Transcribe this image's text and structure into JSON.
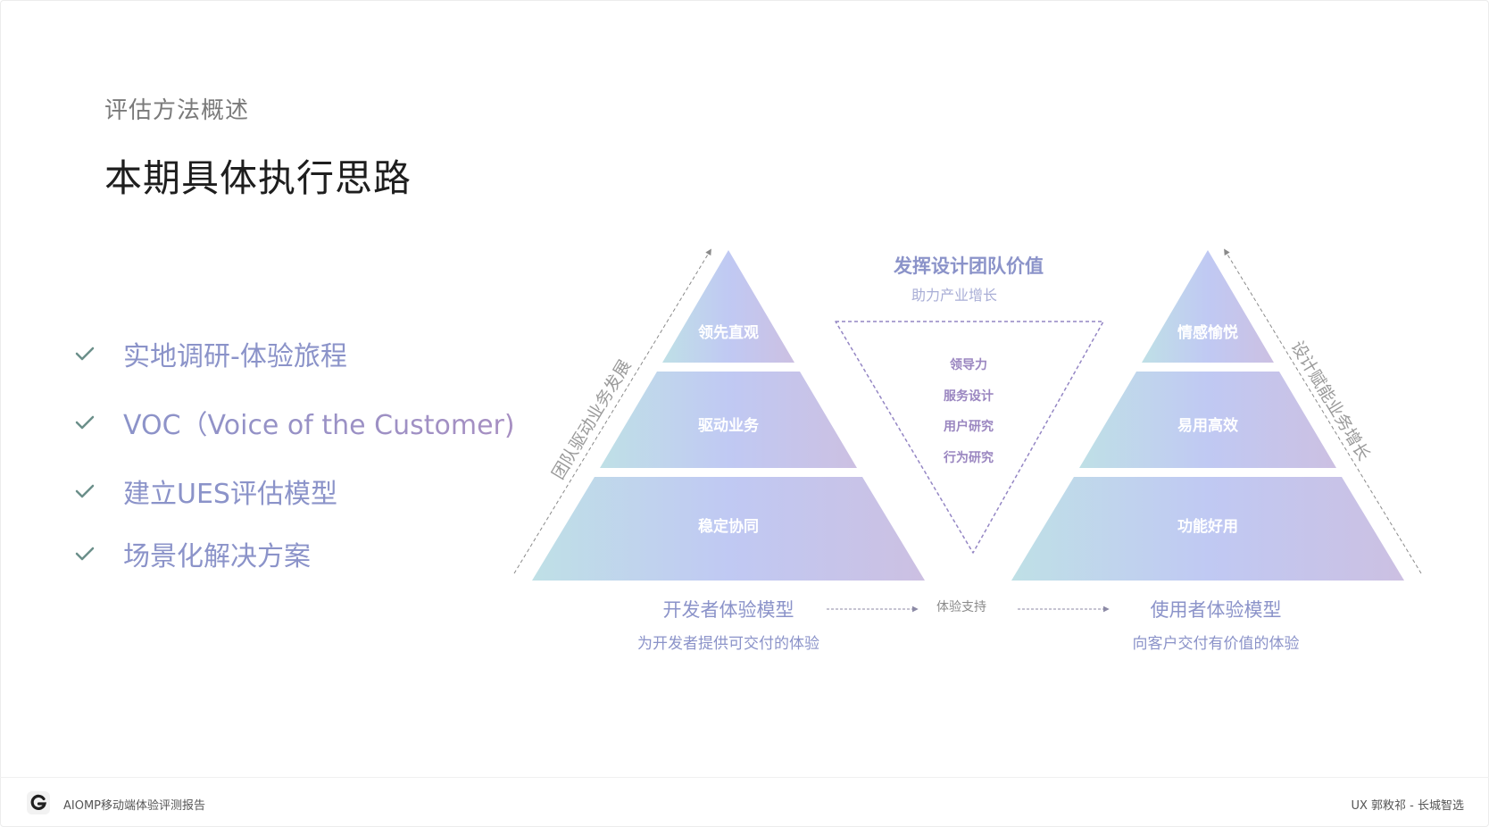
{
  "header": {
    "subtitle": "评估方法概述",
    "title": "本期具体执行思路"
  },
  "checklist": [
    "实地调研-体验旅程",
    "VOC（Voice of the Customer)",
    "建立UES评估模型",
    "场景化解决方案"
  ],
  "diagram": {
    "left_pyramid": {
      "tiers": [
        "领先直观",
        "驱动业务",
        "稳定协同"
      ],
      "side_label": "团队驱动业务发展",
      "model_title": "开发者体验模型",
      "model_subtitle": "为开发者提供可交付的体验"
    },
    "center": {
      "title": "发挥设计团队价值",
      "subtitle": "助力产业增长",
      "items": [
        "领导力",
        "服务设计",
        "用户研究",
        "行为研究"
      ],
      "support_label": "体验支持"
    },
    "right_pyramid": {
      "tiers": [
        "情感愉悦",
        "易用高效",
        "功能好用"
      ],
      "side_label": "设计赋能业务增长",
      "model_title": "使用者体验模型",
      "model_subtitle": "向客户交付有价值的体验"
    }
  },
  "footer": {
    "report_name": "AIOMP移动端体验评测报告",
    "credit": "UX 郭敉祁 - 长城智选"
  },
  "colors": {
    "accent": "#8b93c9",
    "accent_purple": "#9a86c0",
    "check": "#6b8f8a",
    "pyramid_left": "#bfe0e6",
    "pyramid_mid": "#c0c9f3",
    "pyramid_right": "#ccc0e2"
  }
}
